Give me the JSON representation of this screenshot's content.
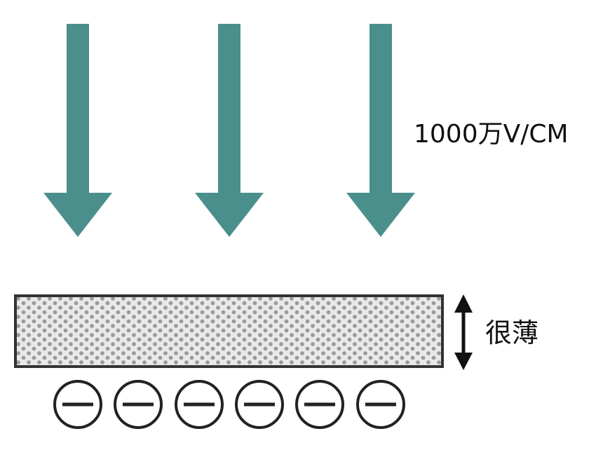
{
  "field_strength_label": "1000万V/CM",
  "thickness_label": "很薄",
  "colors": {
    "arrow": "#4a8f8b",
    "plate_border": "#333333",
    "plate_fill": "#e9e9e9",
    "plate_dots": "#9a9a9a",
    "charge": "#222222"
  },
  "field_arrows": 3,
  "charges": [
    "negative",
    "negative",
    "negative",
    "negative",
    "negative",
    "negative"
  ]
}
